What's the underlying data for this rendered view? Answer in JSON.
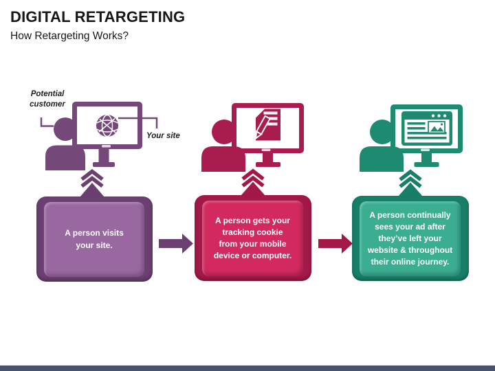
{
  "slide": {
    "title": "DIGITAL RETARGETING",
    "subtitle": "How Retargeting Works?"
  },
  "annotations": {
    "potential_customer": "Potential\ncustomer",
    "your_site": "Your site"
  },
  "steps": [
    {
      "icon": "person-at-monitor-globe-icon",
      "label": "A person visits\nyour site."
    },
    {
      "icon": "person-at-monitor-tracking-document-icon",
      "label": "A person gets your\ntracking cookie\nfrom your mobile\ndevice or computer."
    },
    {
      "icon": "person-at-monitor-webpage-ad-icon",
      "label": "A person continually\nsees your ad after\nthey’ve left your\nwebsite & throughout\ntheir online journey."
    }
  ],
  "colors": {
    "purple": "#75487A",
    "purple_dark": "#6B3F70",
    "purple_light": "#9A68A1",
    "crimson": "#A81C4F",
    "crimson_dark": "#A21848",
    "crimson_light": "#D22A5F",
    "teal": "#1E8A70",
    "teal_dark": "#177F68",
    "teal_light": "#3BAE92",
    "footer_bar": "#47536B",
    "title_text": "#161616",
    "box_text": "#FFFFFF"
  }
}
